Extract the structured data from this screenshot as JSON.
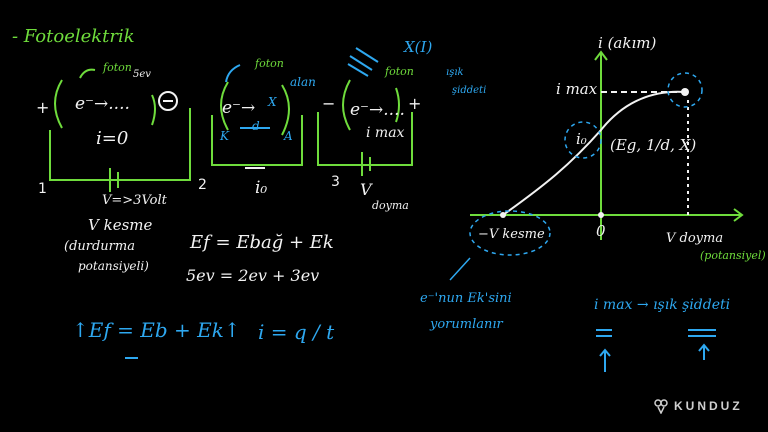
{
  "colors": {
    "background": "#000000",
    "green": "#6fdc3c",
    "white": "#f2f2f2",
    "blue": "#2ea8f0"
  },
  "title": "- Fotoelektrik",
  "circuits": [
    {
      "number": "1",
      "foton": "foton",
      "energy": "5ev",
      "electron": "e⁻→....",
      "current": "i=0",
      "plus": "+",
      "minus": "−",
      "voltage": "V=>3Volt"
    },
    {
      "number": "2",
      "foton": "foton",
      "alan": "alan",
      "electron": "e⁻→",
      "x_mark": "X",
      "k_label": "K",
      "d_label": "d",
      "a_label": "A",
      "current": "i₀"
    },
    {
      "number": "3",
      "foton": "foton",
      "electron": "e⁻→....",
      "current": "i max",
      "plus": "+",
      "minus": "−",
      "v_label": "V",
      "v_sub": "doyma"
    }
  ],
  "notes": {
    "vkesme": "V kesme",
    "durdurma": "(durdurma",
    "potansiyeli": "potansiyeli)",
    "ef_eq": "Ef = Ebağ + Ek",
    "numbers_eq": "5ev = 2ev + 3ev",
    "blue_eq": "↑Ef = Eb + Ek↑",
    "i_eq": "i = q / t",
    "x_I": "X(I)",
    "isik": "ışık",
    "siddeti": "şiddeti"
  },
  "graph": {
    "y_axis_label": "i (akım)",
    "imax_label": "i max",
    "io_label": "i₀",
    "point_label": "(Eg, 1/d, X)",
    "vkesme_label": "−V kesme",
    "zero_label": "0",
    "vdoyma_label": "V doyma",
    "x_axis_label": "(potansiyel)",
    "caption_left_1": "e⁻'nun Ek'sini",
    "caption_left_2": "yorumlanır",
    "caption_right": "i max → ışık şiddeti"
  },
  "brand": "KUNDUZ"
}
